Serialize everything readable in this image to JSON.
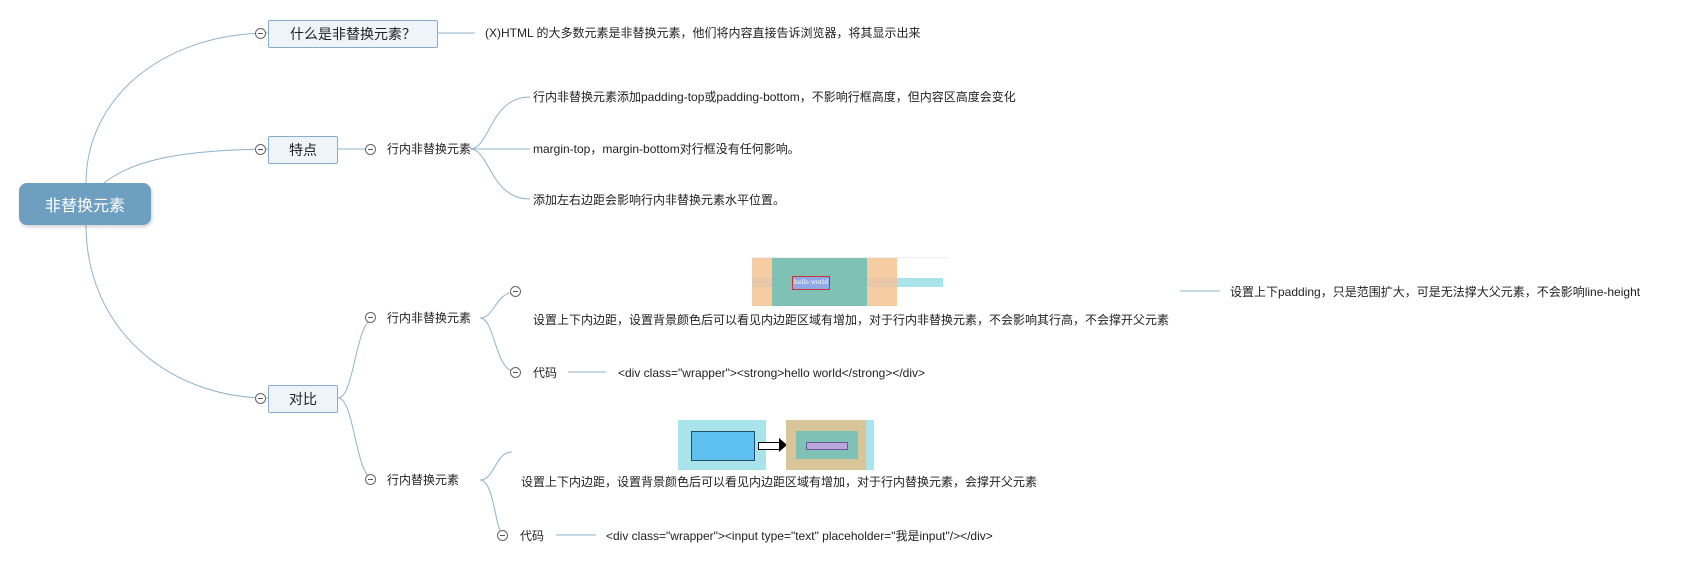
{
  "root": {
    "label": "非替换元素"
  },
  "topics": {
    "what": {
      "label": "什么是非替换元素？",
      "desc": "(X)HTML 的大多数元素是非替换元素，他们将内容直接告诉浏览器，将其显示出来"
    },
    "features": {
      "label": "特点",
      "sub": "行内非替换元素",
      "items": [
        "行内非替换元素添加padding-top或padding-bottom，不影响行框高度，但内容区高度会变化",
        "margin-top，margin-bottom对行框没有任何影响。",
        "添加左右边距会影响行内非替换元素水平位置。"
      ]
    },
    "compare": {
      "label": "对比",
      "nonreplaced": {
        "label": "行内非替换元素",
        "desc": "设置上下内边距，设置背景颜色后可以看见内边距区域有增加，对于行内非替换元素，不会影响其行高，不会撑开父元素",
        "note": "设置上下padding，只是范围扩大，可是无法撑大父元素，不会影响line-height",
        "code_label": "代码",
        "code": "<div class=\"wrapper\"><strong>hello world</strong></div>",
        "image_text": "hello world"
      },
      "replaced": {
        "label": "行内替换元素",
        "desc": "设置上下内边距，设置背景颜色后可以看见内边距区域有增加，对于行内替换元素，会撑开父元素",
        "code_label": "代码",
        "code": "<div class=\"wrapper\"><input type=\"text\" placeholder=\"我是input\"/></div>"
      }
    }
  },
  "colors": {
    "root": "#6f9fc0",
    "line": "#8fb3cc",
    "topic_bg": "#eef4fa",
    "topic_border": "#8aaccc"
  }
}
